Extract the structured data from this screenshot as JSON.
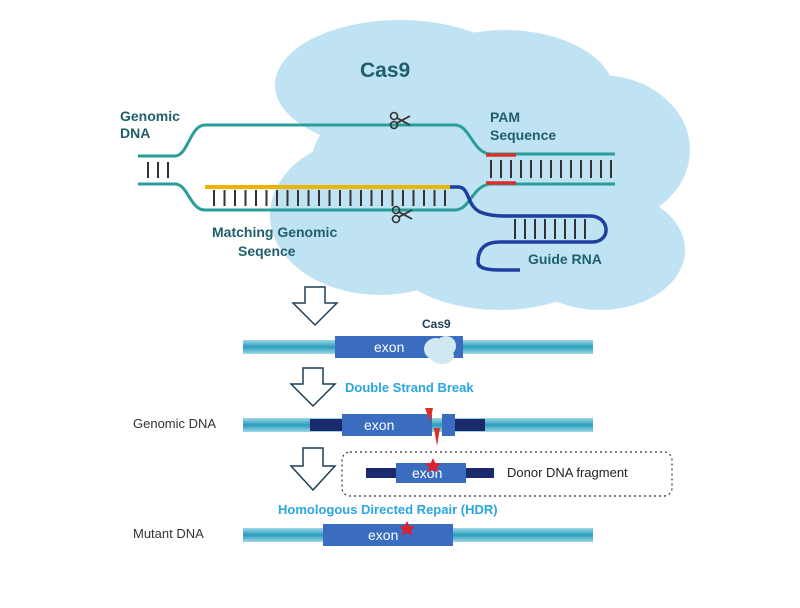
{
  "top": {
    "cas9_label": "Cas9",
    "genomic_dna_label_line1": "Genomic",
    "genomic_dna_label_line2": "DNA",
    "pam_label_line1": "PAM",
    "pam_label_line2": "Sequence",
    "matching_label_line1": "Matching Genomic",
    "matching_label_line2": "Seqence",
    "guide_rna_label": "Guide RNA"
  },
  "step1": {
    "cas9_label": "Cas9",
    "exon_label": "exon"
  },
  "step2": {
    "title": "Double Strand Break",
    "side_label": "Genomic DNA",
    "exon_label": "exon"
  },
  "donor": {
    "label": "Donor DNA fragment",
    "exon_label": "exon"
  },
  "step3": {
    "title": "Homologous Directed Repair (HDR)",
    "side_label": "Mutant DNA",
    "exon_label": "exon"
  },
  "colors": {
    "cas9_cloud": "#bfe3f3",
    "dna_strand": "#2a9d9b",
    "guide_rna": "#1f3fa0",
    "matching_sequence": "#f0b400",
    "pam": "#d9302a",
    "exon": "#3a6cbf",
    "dark_segment": "#1a2a6c",
    "label_blue": "#2aa6e0",
    "mutation_star": "#e0202a"
  },
  "icons": [
    "scissors-icon",
    "down-arrow-icon",
    "star-icon"
  ]
}
